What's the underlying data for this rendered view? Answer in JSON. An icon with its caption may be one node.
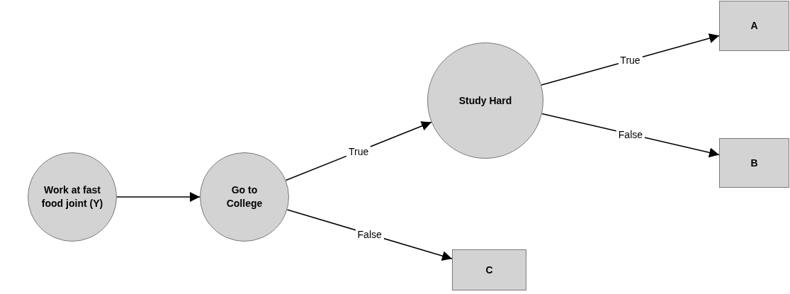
{
  "diagram": {
    "nodes": [
      {
        "text": [
          "Work at fast food joint (Y)"
        ]
      },
      {
        "text": [
          "Go to College"
        ]
      },
      {
        "text": [
          "Study Hard"
        ]
      },
      {
        "text": [
          "A"
        ]
      },
      {
        "text": [
          "B"
        ]
      },
      {
        "text": [
          "C"
        ]
      }
    ],
    "edges": [
      {
        "from": 0,
        "to": 1,
        "arrow": "to"
      },
      {
        "from": 1,
        "to": 2,
        "arrow": "to",
        "label": "True"
      },
      {
        "from": 2,
        "to": 3,
        "arrow": "to",
        "label": "True"
      },
      {
        "from": 2,
        "to": 4,
        "arrow": "to",
        "label": "False"
      },
      {
        "from": 1,
        "to": 5,
        "arrow": "to",
        "label": "False"
      }
    ]
  }
}
